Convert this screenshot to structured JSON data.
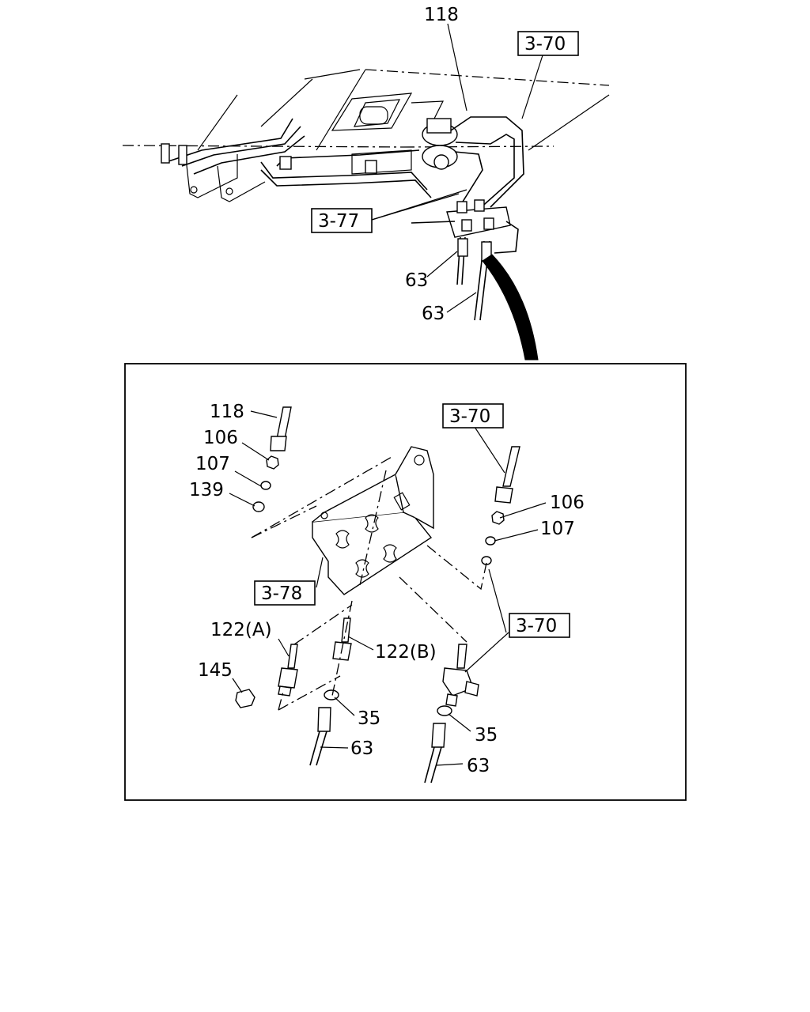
{
  "top_view": {
    "callouts": {
      "pipe_118": "118",
      "ref_3_70": "3-70",
      "ref_3_77": "3-77",
      "hose_63_a": "63",
      "hose_63_b": "63"
    }
  },
  "detail_view": {
    "callouts": {
      "pipe_118": "118",
      "nut_106_left": "106",
      "washer_107_left": "107",
      "washer_139": "139",
      "ref_3_70_top": "3-70",
      "nut_106_right": "106",
      "washer_107_right": "107",
      "ref_3_78": "3-78",
      "connector_122a": "122(A)",
      "connector_122b": "122(B)",
      "ref_3_70_mid": "3-70",
      "plug_145": "145",
      "oring_35_left": "35",
      "oring_35_right": "35",
      "hose_63_left": "63",
      "hose_63_right": "63"
    }
  }
}
